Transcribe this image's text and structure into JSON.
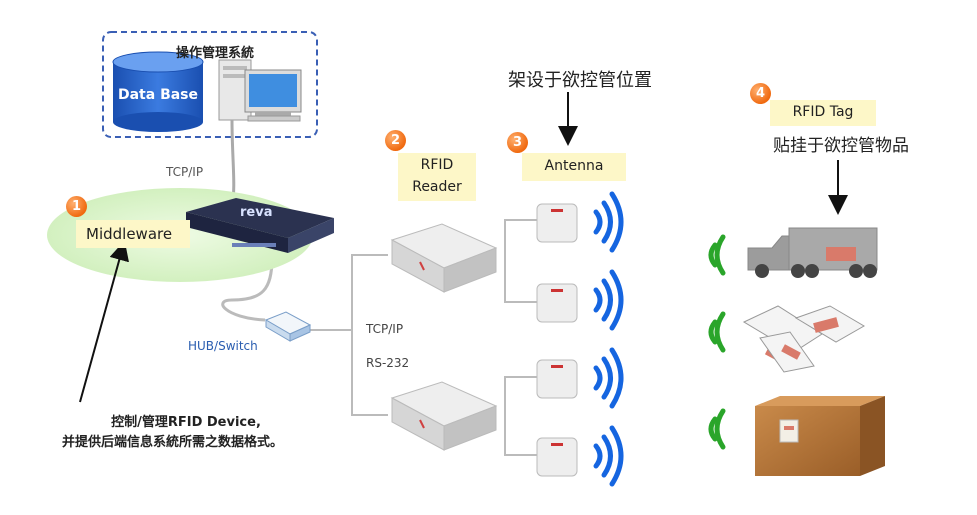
{
  "system_group": {
    "title": "操作管理系統",
    "database_label": "Data Base"
  },
  "middleware": {
    "number": "1",
    "label": "Middleware",
    "link_label": "TCP/IP"
  },
  "hub": {
    "label": "HUB/Switch"
  },
  "reader": {
    "number": "2",
    "label_line1": "RFID",
    "label_line2": "Reader",
    "conn_label1": "TCP/IP",
    "conn_label2": "RS-232"
  },
  "antenna": {
    "number": "3",
    "label": "Antenna",
    "caption": "架设于欲控管位置"
  },
  "tag": {
    "number": "4",
    "label": "RFID Tag",
    "caption": "贴挂于欲控管物品"
  },
  "middleware_note": {
    "line1": "控制/管理RFID Device,",
    "line2": "并提供后端信息系統所需之数据格式。"
  },
  "colors": {
    "badge": "#f06a10",
    "signal_blue": "#1565e0",
    "signal_green": "#2aa52a",
    "dashed_border": "#3a5fb5",
    "hub_label": "#2a5db0",
    "label_bg": "#fdf7c8",
    "ellipse": "#d8f2c8"
  }
}
